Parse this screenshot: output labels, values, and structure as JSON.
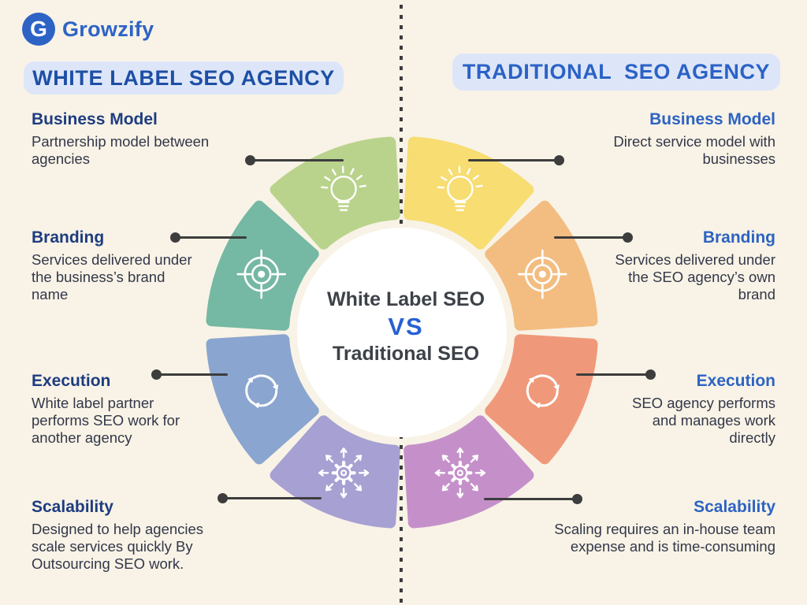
{
  "logo": {
    "monogram": "G",
    "text": "Growzify"
  },
  "headers": {
    "left": "WHITE LABEL SEO AGENCY",
    "right": "TRADITIONAL  SEO AGENCY"
  },
  "center": {
    "top": "White Label SEO",
    "vs": "VS",
    "bottom": "Traditional SEO"
  },
  "left_items": [
    {
      "title": "Business Model",
      "desc": "Partnership model between\nagencies"
    },
    {
      "title": "Branding",
      "desc": "Services delivered under\nthe business’s brand\nname"
    },
    {
      "title": "Execution",
      "desc": "White label partner\nperforms SEO work for\nanother agency"
    },
    {
      "title": "Scalability",
      "desc": "Designed to help agencies\nscale services quickly By\nOutsourcing SEO work."
    }
  ],
  "right_items": [
    {
      "title": "Business Model",
      "desc": "Direct service model with\nbusinesses"
    },
    {
      "title": "Branding",
      "desc": "Services delivered under\nthe SEO agency’s own\nbrand"
    },
    {
      "title": "Execution",
      "desc": "SEO agency performs\nand manages work\ndirectly"
    },
    {
      "title": "Scalability",
      "desc": "Scaling requires an in-house team\nexpense and  is time-consuming"
    }
  ],
  "wheel": {
    "segments": [
      {
        "id": "white-label-business-model",
        "icon": "lightbulb",
        "color": "#b9d38c"
      },
      {
        "id": "traditional-business-model",
        "icon": "lightbulb",
        "color": "#f7dd72"
      },
      {
        "id": "white-label-branding",
        "icon": "target",
        "color": "#75b8a3"
      },
      {
        "id": "traditional-branding",
        "icon": "target",
        "color": "#f3bd81"
      },
      {
        "id": "white-label-execution",
        "icon": "refresh",
        "color": "#8aa5cf"
      },
      {
        "id": "traditional-execution",
        "icon": "refresh",
        "color": "#f0997a"
      },
      {
        "id": "white-label-scalability",
        "icon": "gear-expand",
        "color": "#a7a0d2"
      },
      {
        "id": "traditional-scalability",
        "icon": "gear-expand",
        "color": "#c590ca"
      }
    ]
  },
  "colors": {
    "background": "#f8f3e6",
    "pill_bg": "#dde6f8",
    "left_header_text": "#1d4fa5",
    "right_header_text": "#2b62c6",
    "left_item_title": "#1e3c80",
    "right_item_title": "#2d63c3",
    "body_text": "#33374a",
    "center_title": "#3d4148",
    "vs_text": "#2760d4",
    "connector": "#3d3d3d",
    "logo_blue": "#2e63c6",
    "icon_stroke": "#ffffff"
  }
}
